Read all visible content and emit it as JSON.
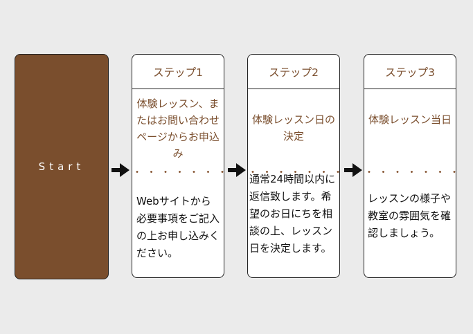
{
  "start": {
    "label": "Start"
  },
  "steps": [
    {
      "header": "ステップ1",
      "title": "体験レッスン、またはお問い合わせページからお申込み",
      "dots": "・・・・・・・",
      "body": "Webサイトから必要事項をご記入の上お申し込みください。"
    },
    {
      "header": "ステップ2",
      "title": "体験レッスン日の決定",
      "dots": "・・・・・・・",
      "body": "通常24時間以内に返信致します。希望のお日にちを相談の上、レッスン日を決定します。"
    },
    {
      "header": "ステップ3",
      "title": "体験レッスン当日",
      "dots": "・・・・・・・",
      "body": "レッスンの様子や教室の雰囲気を確認しましょう。"
    }
  ],
  "colors": {
    "accent": "#7a4e2d",
    "background": "#ebebeb"
  }
}
